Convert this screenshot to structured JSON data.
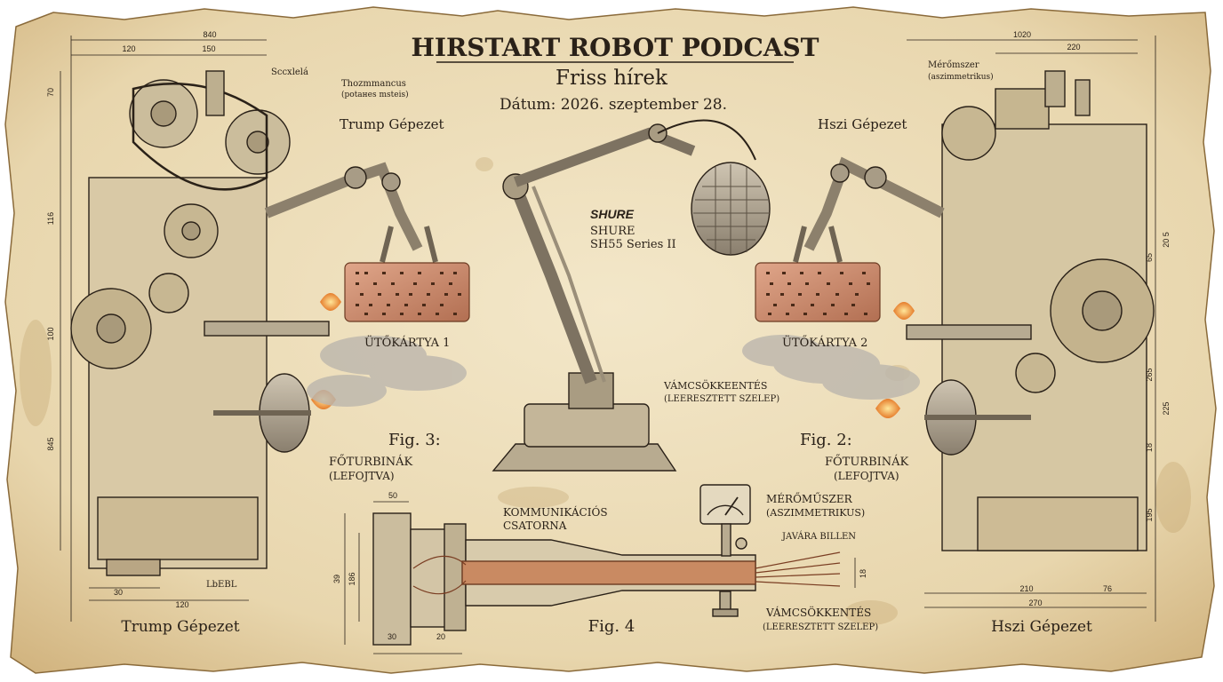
{
  "header": {
    "title": "HIRSTART ROBOT PODCAST",
    "subtitle": "Friss hírek",
    "date": "Dátum: 2026. szeptember 28."
  },
  "left_machine": {
    "arm_label": "Trump Gépezet",
    "footer_label": "Trump Gépezet",
    "callout_top": "Sccxlelá",
    "callout_mid_1": "Thozmmancus",
    "callout_mid_2": "(potaнes msteis)",
    "card_label": "ÜTŐKÁRTYA 1",
    "fig_label": "Fig. 3:",
    "turbine_label_1": "FŐTURBINÁK",
    "turbine_label_2": "(LEFOJTVA)",
    "bottom_callout": "LbEBL",
    "dims": {
      "top_total": "840",
      "top_a": "120",
      "top_b": "150",
      "side_a": "70",
      "side_b": "116",
      "side_c": "100",
      "side_d": "845",
      "bottom_a": "30",
      "bottom_b": "120"
    }
  },
  "right_machine": {
    "arm_label": "Hszi Gépezet",
    "footer_label": "Hszi Gépezet",
    "callout_top_1": "Mérőmszer",
    "callout_top_2": "(aszimmetrikus)",
    "card_label": "ÜTŐKÁRTYA 2",
    "fig_label": "Fig. 2:",
    "turbine_label_1": "FŐTURBINÁK",
    "turbine_label_2": "(LEFOJTVA)",
    "dims": {
      "top_total": "1020",
      "top_a": "220",
      "side_a": "20 5",
      "side_b": "65",
      "side_c": "265",
      "side_d": "225",
      "side_e": "18",
      "side_f": "195",
      "bottom_a": "210",
      "bottom_b": "76",
      "bottom_c": "270"
    }
  },
  "center": {
    "brand": "SHURE",
    "mic_name": "SHURE",
    "mic_model": "SH55 Series II",
    "valve_label_1": "VÁMCSÖKKEENTÉS",
    "valve_label_2": "(LEERESZTETT SZELEP)"
  },
  "pipe": {
    "fig_label": "Fig. 4",
    "channel_label_1": "KOMMUNIKÁCIÓS",
    "channel_label_2": "CSATORNA",
    "gauge_label_1": "MÉRŐMŰSZER",
    "gauge_label_2": "(ASZIMMETRIKUS)",
    "tilt_label": "JAVÁRA BILLEN",
    "valve_label_1": "VÁMCSÖKKENTÉS",
    "valve_label_2": "(LEERESZTETT SZELEP)",
    "dims": {
      "top": "50",
      "left_a": "39",
      "left_b": "186",
      "bottom_a": "30",
      "bottom_b": "20",
      "right": "18"
    }
  },
  "colors": {
    "paper": "#efe1c0",
    "ink": "#2a2118",
    "copper": "#c9876a",
    "smoke": "#b9b3aa",
    "flame": "#f0a040"
  }
}
